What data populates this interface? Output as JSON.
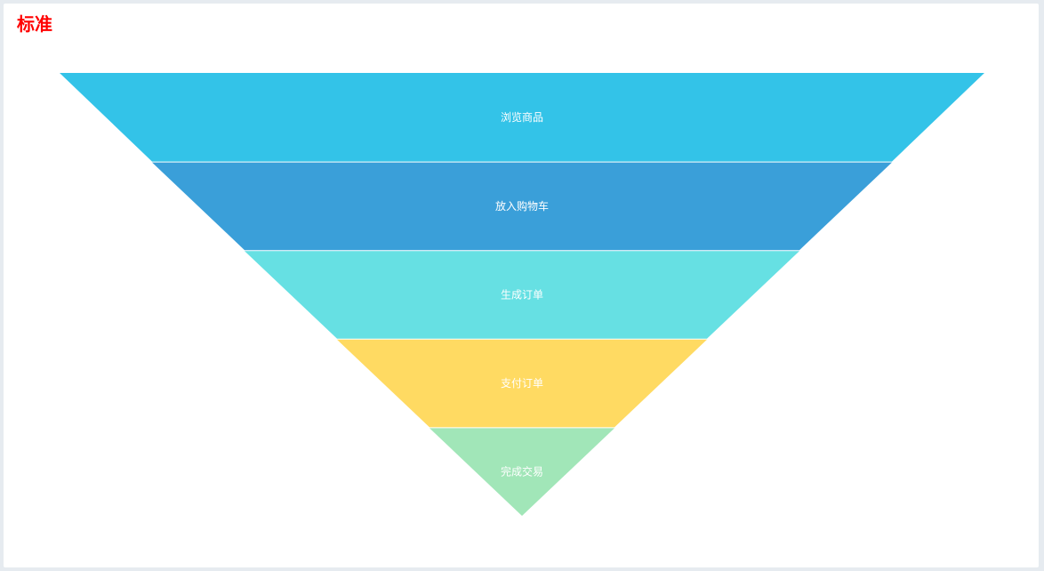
{
  "title": "标准",
  "chart_data": {
    "type": "funnel",
    "title": "标准",
    "categories": [
      "浏览商品",
      "放入购物车",
      "生成订单",
      "支付订单",
      "完成交易"
    ],
    "values": [
      100,
      80,
      60,
      40,
      20
    ],
    "colors": [
      "#33c3e8",
      "#3a9fd9",
      "#66e0e3",
      "#ffda62",
      "#a1e6b8"
    ],
    "sort": "descending",
    "min": 0,
    "max": 100,
    "label_position": "inside"
  }
}
